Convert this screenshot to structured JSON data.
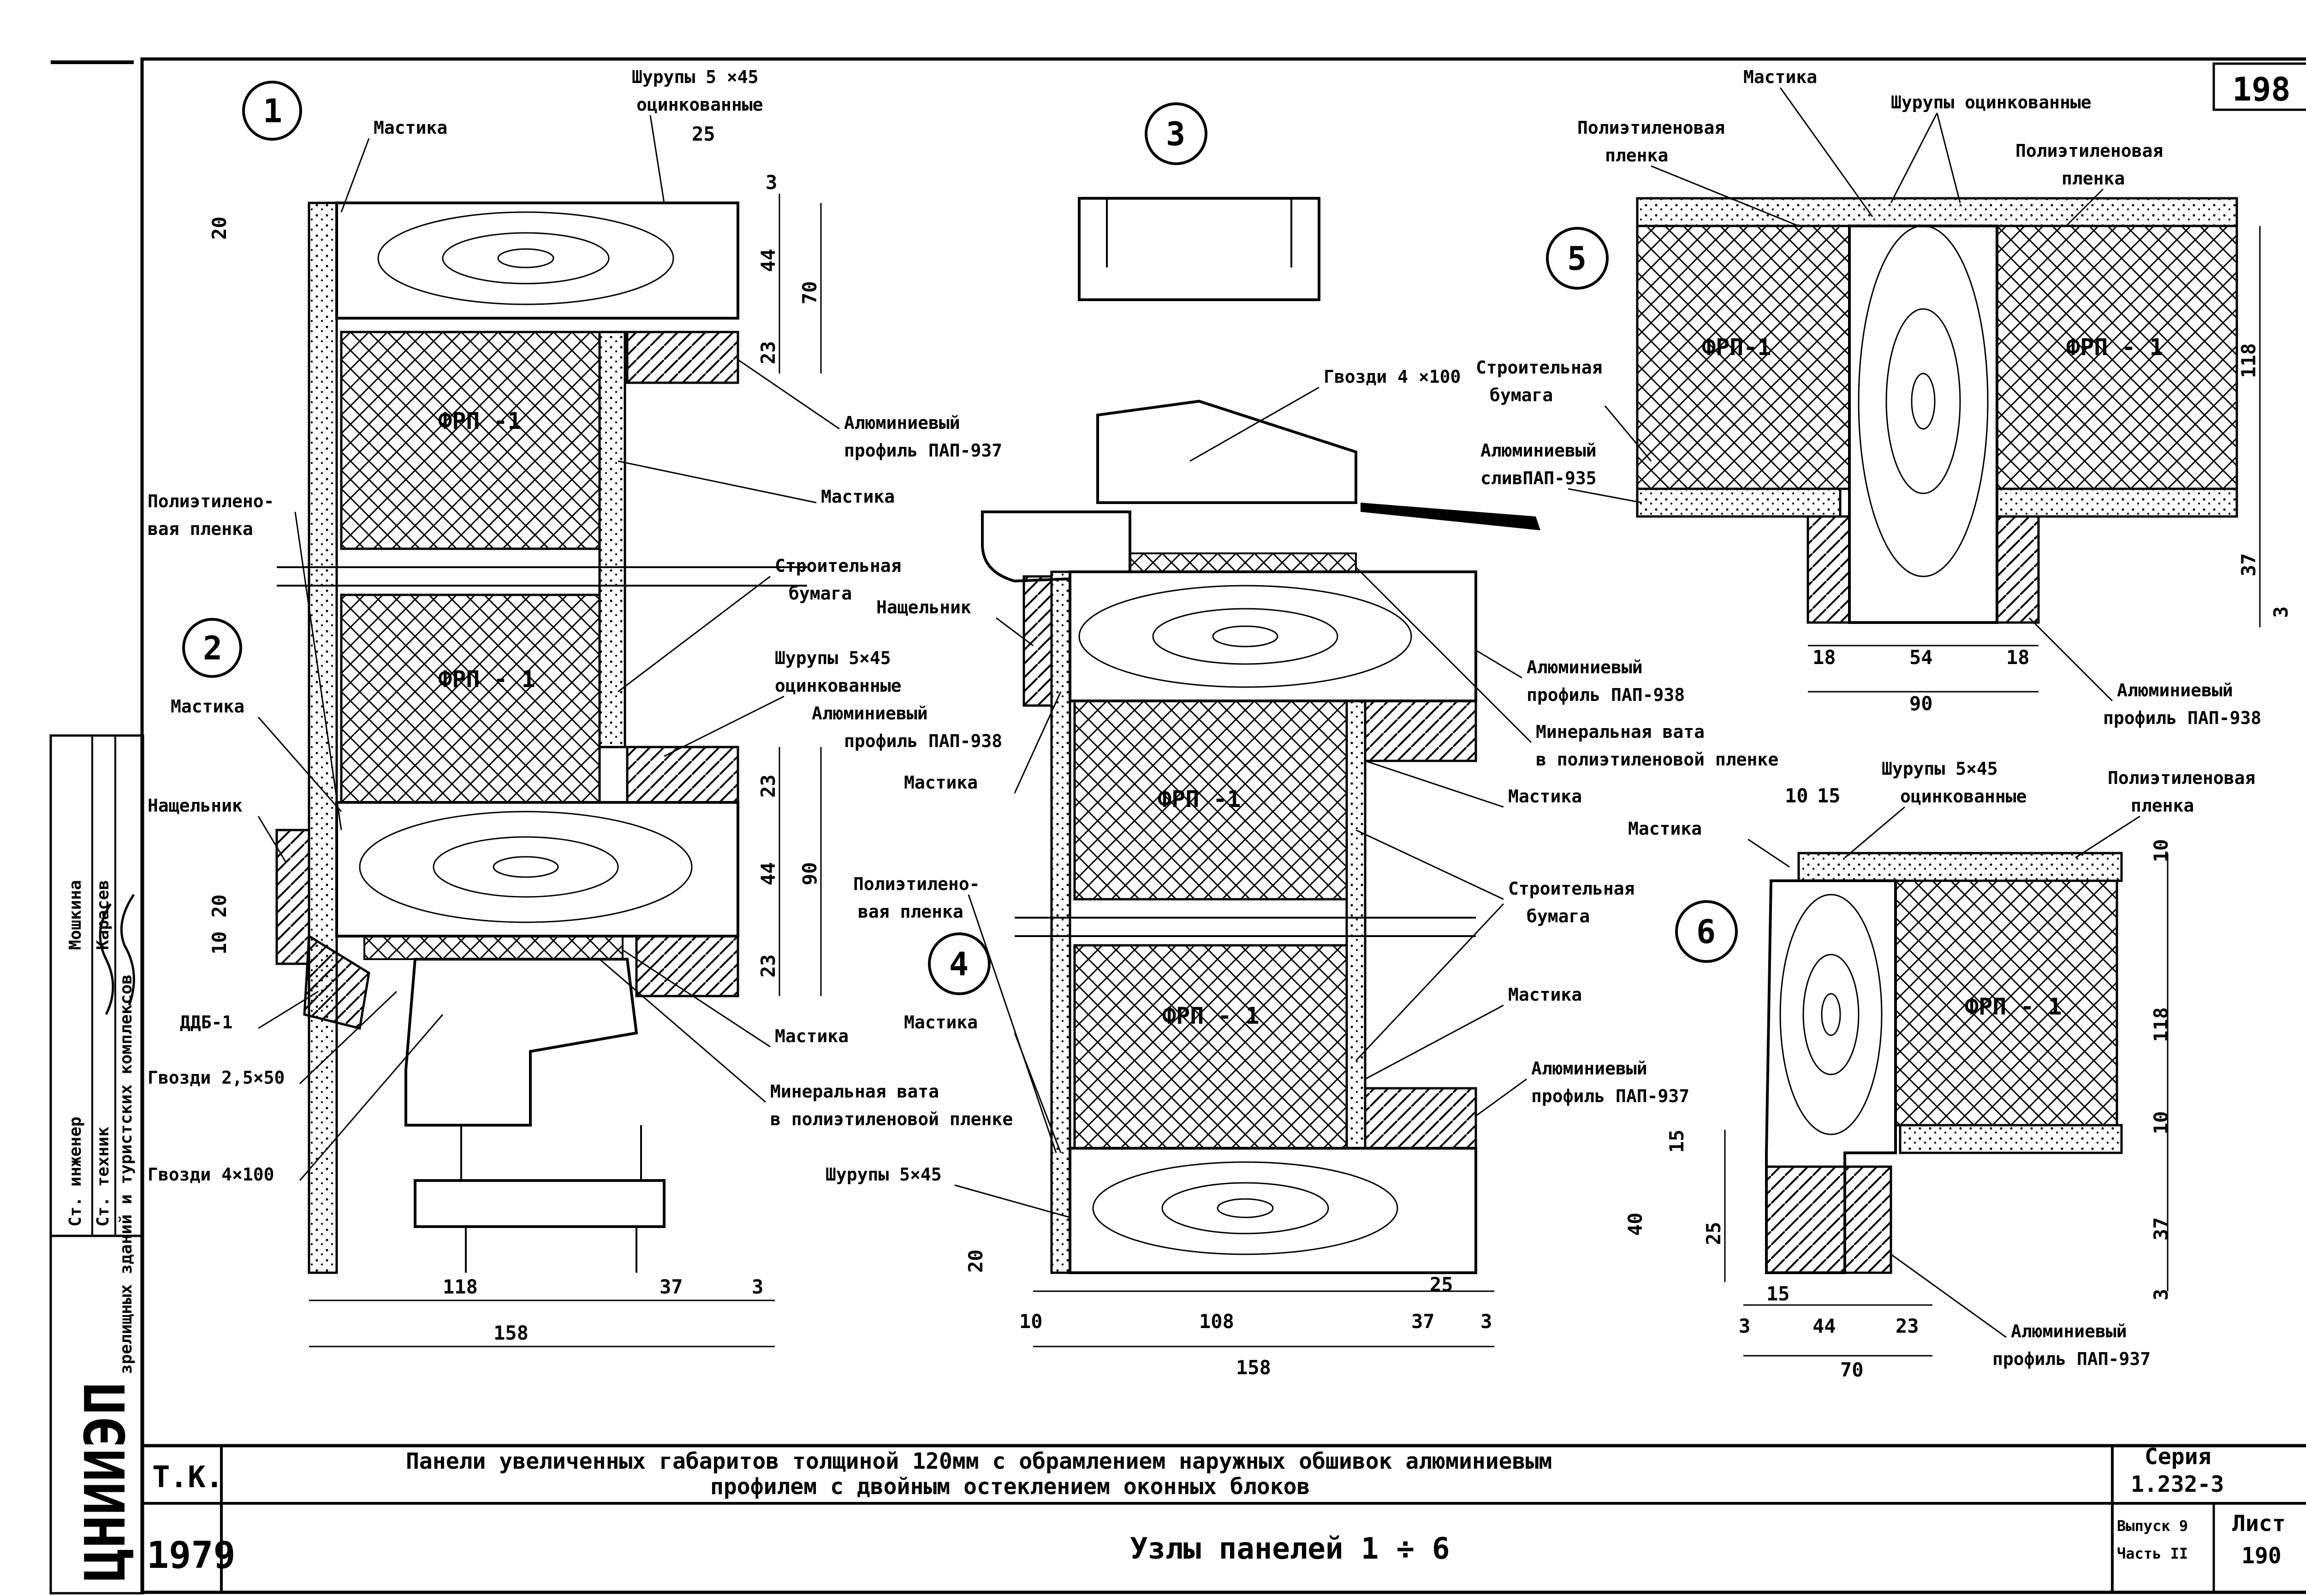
{
  "sheet_number": "198",
  "nodes": [
    "1",
    "2",
    "3",
    "4",
    "5",
    "6"
  ],
  "node1": {
    "mastika": "Мастика",
    "shurupy_line1": "Шурупы 5 ×45",
    "shurupy_line2": "оцинкованные",
    "frp": "ФРП -1",
    "profile_name": "Алюминиевый",
    "profile_code": "профиль ПАП-937",
    "mastika2": "Мастика",
    "poly_line1": "Полиэтилено-",
    "poly_line2": "вая пленка",
    "paper_line1": "Строительная",
    "paper_line2": "бумага",
    "dims_v": [
      "20",
      "3",
      "44",
      "70",
      "23"
    ],
    "dim_25": "25"
  },
  "node2": {
    "frp": "ФРП - 1",
    "mastika": "Мастика",
    "nashchelnik": "Нащельник",
    "ddb": "ДДБ-1",
    "gvozdi1": "Гвозди 2,5×50",
    "gvozdi2": "Гвозди 4×100",
    "shurupy_line1": "Шурупы 5×45",
    "shurupy_line2": "оцинкованные",
    "profile_name": "Алюминиевый",
    "profile_code": "профиль ПАП-938",
    "mastika_low": "Мастика",
    "minvata_line1": "Минеральная вата",
    "minvata_line2": "в полиэтиленовой пленке",
    "dims_v": [
      "23",
      "44",
      "90",
      "23"
    ],
    "dims_left": [
      "20",
      "10"
    ],
    "dims_h": [
      "118",
      "37",
      "3",
      "158"
    ]
  },
  "node3": {
    "gvozdi": "Гвозди 4 ×100",
    "nashchelnik": "Нащельник",
    "mastika": "Мастика",
    "frp": "ФРП -1",
    "profile_name": "Алюминиевый",
    "profile_code": "профиль ПАП-938",
    "minvata_line1": "Минеральная вата",
    "minvata_line2": "в полиэтиленовой пленке",
    "mastika2": "Мастика",
    "poly_line1": "Полиэтилено-",
    "poly_line2": "вая пленка",
    "paper_line1": "Строительная",
    "paper_line2": "бумага"
  },
  "node4": {
    "mastika": "Мастика",
    "frp": "ФРП - 1",
    "mastika_r": "Мастика",
    "profile_name": "Алюминиевый",
    "profile_code": "профиль ПАП-937",
    "shurupy": "Шурупы 5×45",
    "dims_h": [
      "10",
      "108",
      "37",
      "3",
      "158"
    ],
    "dim_20": "20",
    "dim_25": "25"
  },
  "node5": {
    "mastika": "Мастика",
    "shurupy": "Шурупы оцинкованные",
    "poly_l1": "Полиэтиленовая",
    "poly_l2": "пленка",
    "poly_r1": "Полиэтиленовая",
    "poly_r2": "пленка",
    "paper_line1": "Строительная",
    "paper_line2": "бумага",
    "sliv_line1": "Алюминиевый",
    "sliv_line2": "сливПАП-935",
    "frp_l": "ФРП-1",
    "frp_r": "ФРП - 1",
    "profile_name": "Алюминиевый",
    "profile_code": "профиль ПАП-938",
    "dims_h": [
      "18",
      "54",
      "18",
      "90"
    ],
    "dims_v": [
      "118",
      "37",
      "3"
    ]
  },
  "node6": {
    "shurupy_line1": "Шурупы 5×45",
    "shurupy_line2": "оцинкованные",
    "poly_line1": "Полиэтиленовая",
    "poly_line2": "пленка",
    "mastika": "Мастика",
    "frp": "ФРП - 1",
    "profile_name": "Алюминиевый",
    "profile_code": "профиль ПАП-937",
    "dims_top": [
      "10",
      "15"
    ],
    "dims_v": [
      "10",
      "118",
      "10",
      "37",
      "3"
    ],
    "dims_left": [
      "15",
      "40",
      "25"
    ],
    "dims_h": [
      "3",
      "15",
      "44",
      "23",
      "70"
    ]
  },
  "side_stamp": {
    "org": "ЦНИИЭП",
    "dept": "зрелищных зданий и туристских комплексов",
    "roles": [
      "Ст. инженер",
      "Ст. техник"
    ],
    "names": [
      "Мошкина",
      "Карасев"
    ]
  },
  "title_block": {
    "tk": "Т.К.",
    "year": "1979",
    "title_line1": "Панели увеличенных габаритов толщиной 120мм с обрамлением наружных обшивок алюминиевым",
    "title_line2": "профилем с двойным остеклением оконных блоков",
    "subtitle": "Узлы панелей 1 ÷ 6",
    "seria_label": "Серия",
    "seria_value": "1.232-3",
    "vypusk_line1": "Выпуск 9",
    "vypusk_line2": "Часть II",
    "list_label": "Лист",
    "list_value": "190"
  }
}
